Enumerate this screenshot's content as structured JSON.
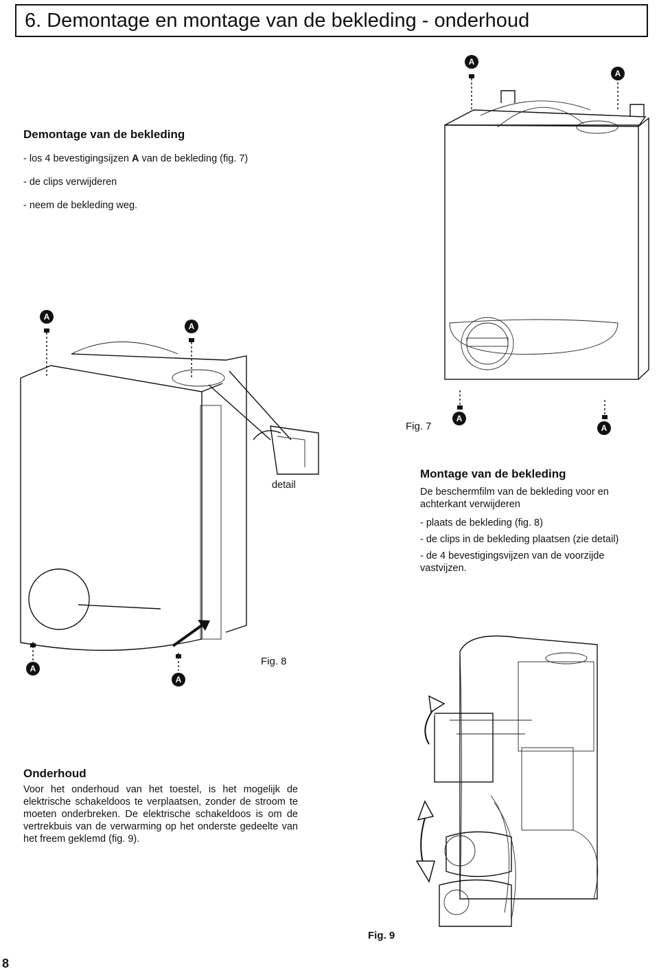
{
  "header": {
    "title": "6. Demontage en montage van de bekleding - onderhoud"
  },
  "demontage": {
    "heading": "Demontage van de bekleding",
    "step1_pre": "- los 4 bevestigingsijzen ",
    "step1_bold": "A",
    "step1_post": " van de bekleding (fig. 7)",
    "step2": "- de clips verwijderen",
    "step3": "- neem de bekleding weg."
  },
  "montage": {
    "heading": "Montage van de bekleding",
    "intro": "De beschermfilm van de bekleding voor en achterkant verwijderen",
    "step1": "- plaats de bekleding (fig. 8)",
    "step2": "- de clips in de bekleding plaatsen (zie detail)",
    "step3": "- de 4 bevestigingsvijzen van de voorzijde vastvijzen."
  },
  "onderhoud": {
    "heading": "Onderhoud",
    "body": "Voor het onderhoud van het toestel, is het mogelijk de elektrische schakeldoos te verplaatsen, zonder de stroom te moeten onderbreken. De elektrische schakeldoos is om de vertrekbuis van de verwarming op het onderste gedeelte van het freem geklemd (fig. 9)."
  },
  "figures": {
    "fig7": "Fig. 7",
    "fig8": "Fig. 8",
    "fig9": "Fig. 9",
    "detail": "detail",
    "marker": "A"
  },
  "page_number": "8"
}
